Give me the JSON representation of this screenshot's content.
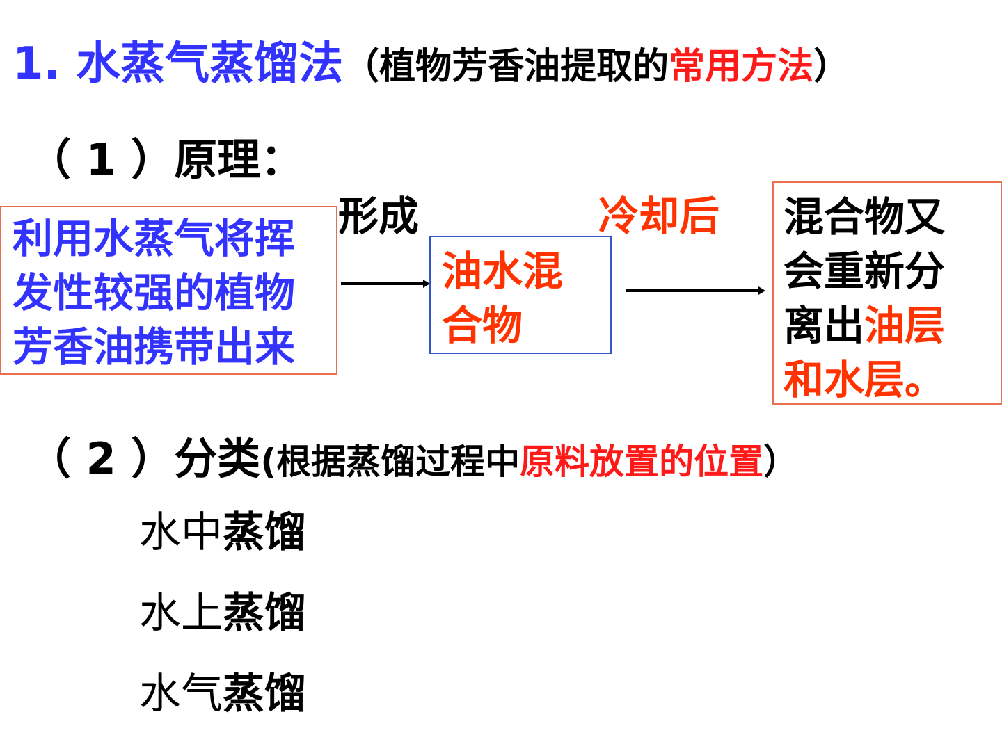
{
  "title": {
    "number": "1.",
    "name": "水蒸气蒸馏法",
    "paren_open": "（",
    "desc_black": "植物芳香油提取的",
    "desc_red": "常用方法",
    "paren_close": "）"
  },
  "principle": {
    "heading": "（ 1 ）原理：",
    "source_box": [
      "利用水蒸气将挥",
      "发性较强的植物",
      "芳香油携带出来"
    ],
    "arrow1_label": "形成",
    "mixture_box": [
      "油水混",
      "合物"
    ],
    "arrow2_label": "冷却后",
    "result_box": {
      "line1": "混合物又",
      "line2": "会重新分",
      "line3_black": "离出",
      "line3_red": "油层",
      "line4_red": "和水层。"
    }
  },
  "category": {
    "heading": "（ 2 ）分类",
    "paren_open": "(",
    "desc_black": "根据蒸馏过程中",
    "desc_red": "原料放置的位置",
    "paren_close": "）"
  },
  "types": [
    {
      "prefix": "水中",
      "suffix": "蒸馏"
    },
    {
      "prefix": "水上",
      "suffix": "蒸馏"
    },
    {
      "prefix": "水气",
      "suffix": "蒸馏"
    }
  ],
  "colors": {
    "blue": "#3333ff",
    "red": "#ff1a1a",
    "orange": "#ff3300",
    "box_border_orange": "#e87050",
    "box_border_blue": "#3355cc"
  }
}
